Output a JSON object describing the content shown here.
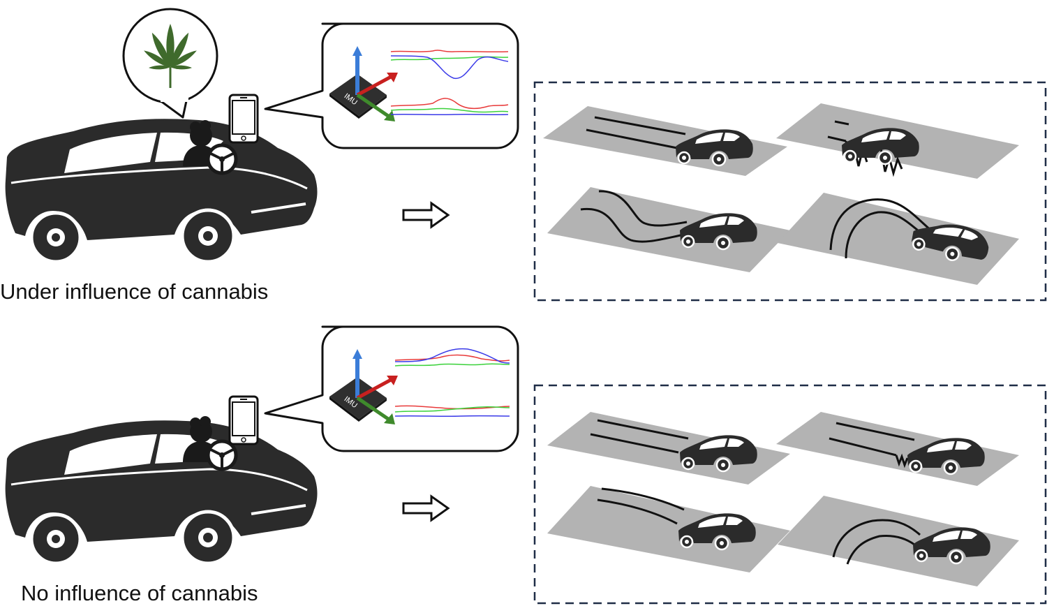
{
  "captions": {
    "top": "Under influence of cannabis",
    "bottom": "No influence of cannabis"
  },
  "sensor": {
    "chip_label": "IMU"
  },
  "colors": {
    "car_body": "#2b2b2b",
    "road": "#b3b3b3",
    "panel_border": "#1f2d47",
    "signal_red": "#e83a3a",
    "signal_green": "#3ad13a",
    "signal_blue": "#3a3ae8",
    "axis_blue": "#3b7dd8",
    "axis_red": "#c8201f",
    "axis_green": "#3f8a2c",
    "leaf": "#3f6a2c"
  },
  "icons": [
    "car-icon",
    "driver-icon",
    "steering-wheel-icon",
    "smartphone-icon",
    "cannabis-leaf-icon",
    "thought-bubble-icon",
    "imu-chip-icon",
    "arrow-right-icon"
  ]
}
